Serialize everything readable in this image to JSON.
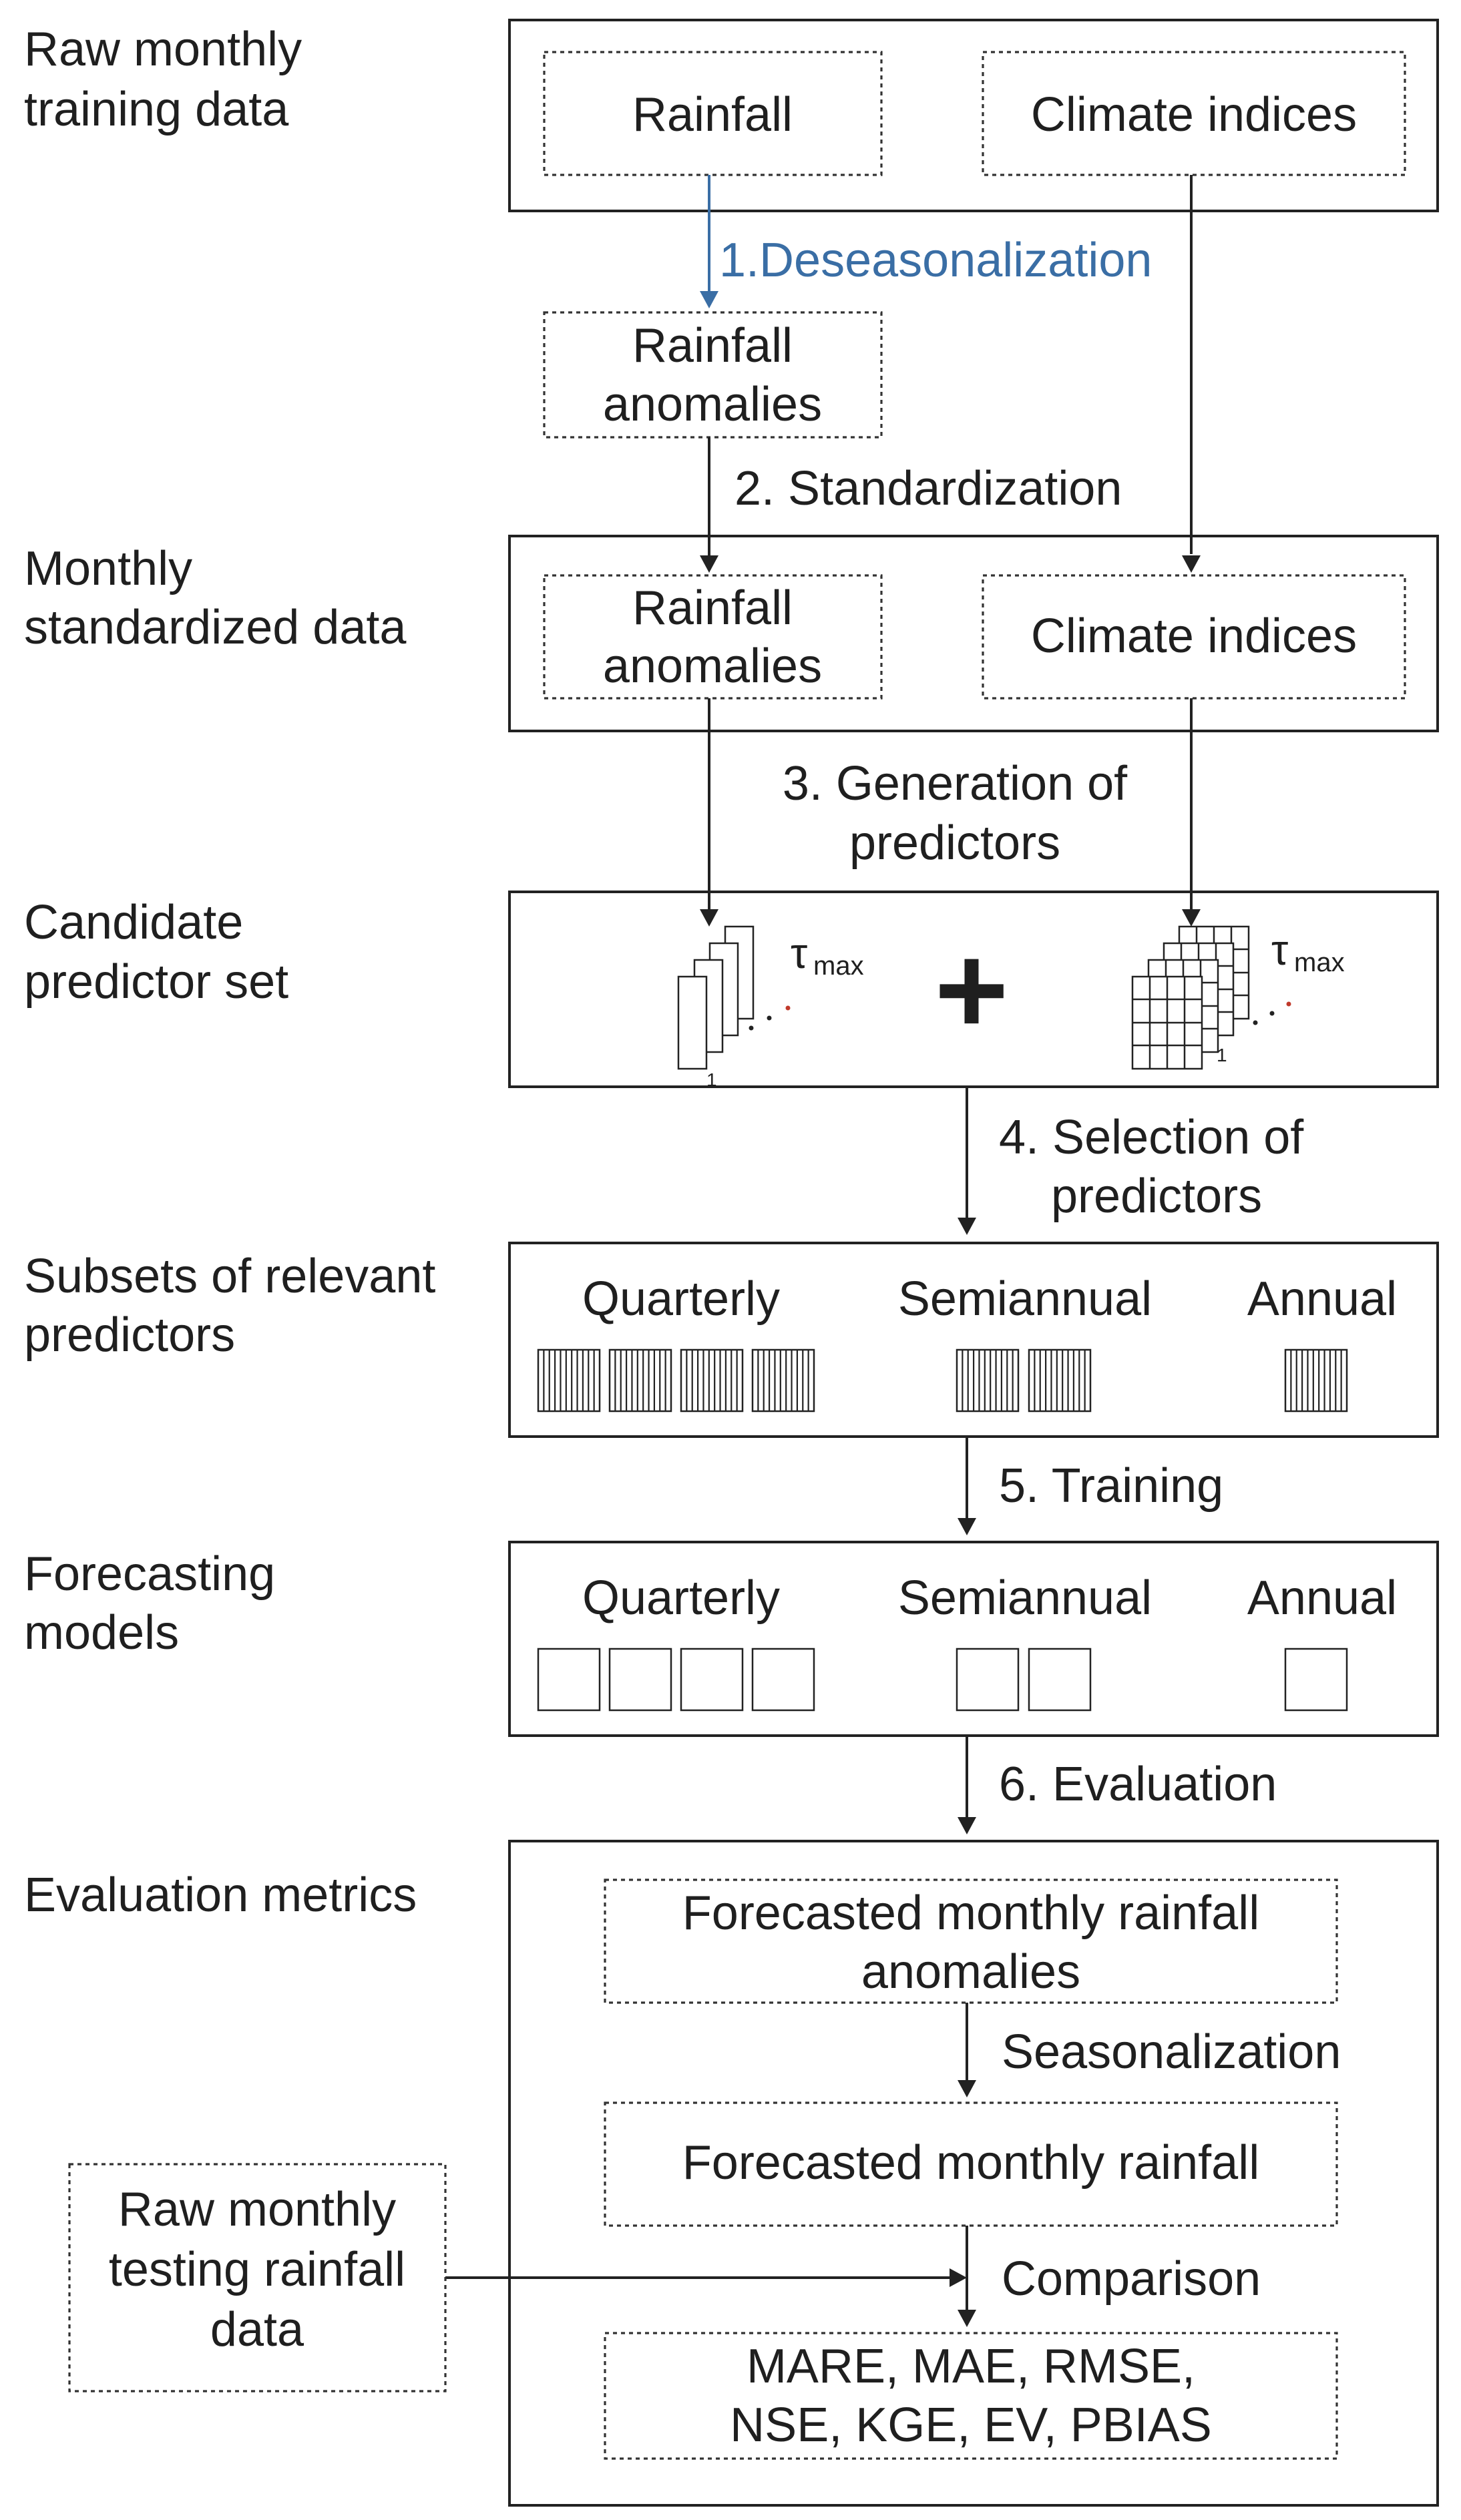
{
  "side_labels": {
    "raw": [
      "Raw monthly",
      "training data"
    ],
    "standardized": [
      "Monthly",
      "standardized data"
    ],
    "candidate": [
      "Candidate",
      "predictor set"
    ],
    "subsets": [
      "Subsets of relevant",
      "predictors"
    ],
    "models": [
      "Forecasting",
      "models"
    ],
    "evaluation": [
      "Evaluation metrics"
    ]
  },
  "boxes": {
    "rainfall": "Rainfall",
    "climate_indices_top": "Climate indices",
    "rainfall_anomalies_1": [
      "Rainfall",
      "anomalies"
    ],
    "rainfall_anomalies_2": [
      "Rainfall",
      "anomalies"
    ],
    "climate_indices_2": "Climate indices",
    "forecasted_anomalies": [
      "Forecasted monthly rainfall",
      "anomalies"
    ],
    "forecasted_rainfall": "Forecasted monthly rainfall",
    "raw_testing": [
      "Raw monthly",
      "testing rainfall",
      "data"
    ],
    "metrics": [
      "MARE, MAE, RMSE,",
      "NSE, KGE, EV, PBIAS"
    ]
  },
  "steps": {
    "s1": "1.Deseasonalization",
    "s2": "2. Standardization",
    "s3": [
      "3. Generation of",
      "predictors"
    ],
    "s4": [
      "4. Selection of",
      "predictors"
    ],
    "s5": "5. Training",
    "s6": "6. Evaluation",
    "seasonalization": "Seasonalization",
    "comparison": "Comparison"
  },
  "candidate": {
    "tau": "τ",
    "tau_sub": "max",
    "plus": "+",
    "index_label": "1",
    "dots": "· · ·"
  },
  "horizons": {
    "subsets": [
      "Quarterly",
      "Semiannual",
      "Annual"
    ],
    "models": [
      "Quarterly",
      "Semiannual",
      "Annual"
    ],
    "counts": [
      4,
      2,
      1
    ]
  },
  "colors": {
    "step1": "#3a6ea5",
    "ink": "#1f1f1f",
    "tau_dots": "#c0392b"
  }
}
